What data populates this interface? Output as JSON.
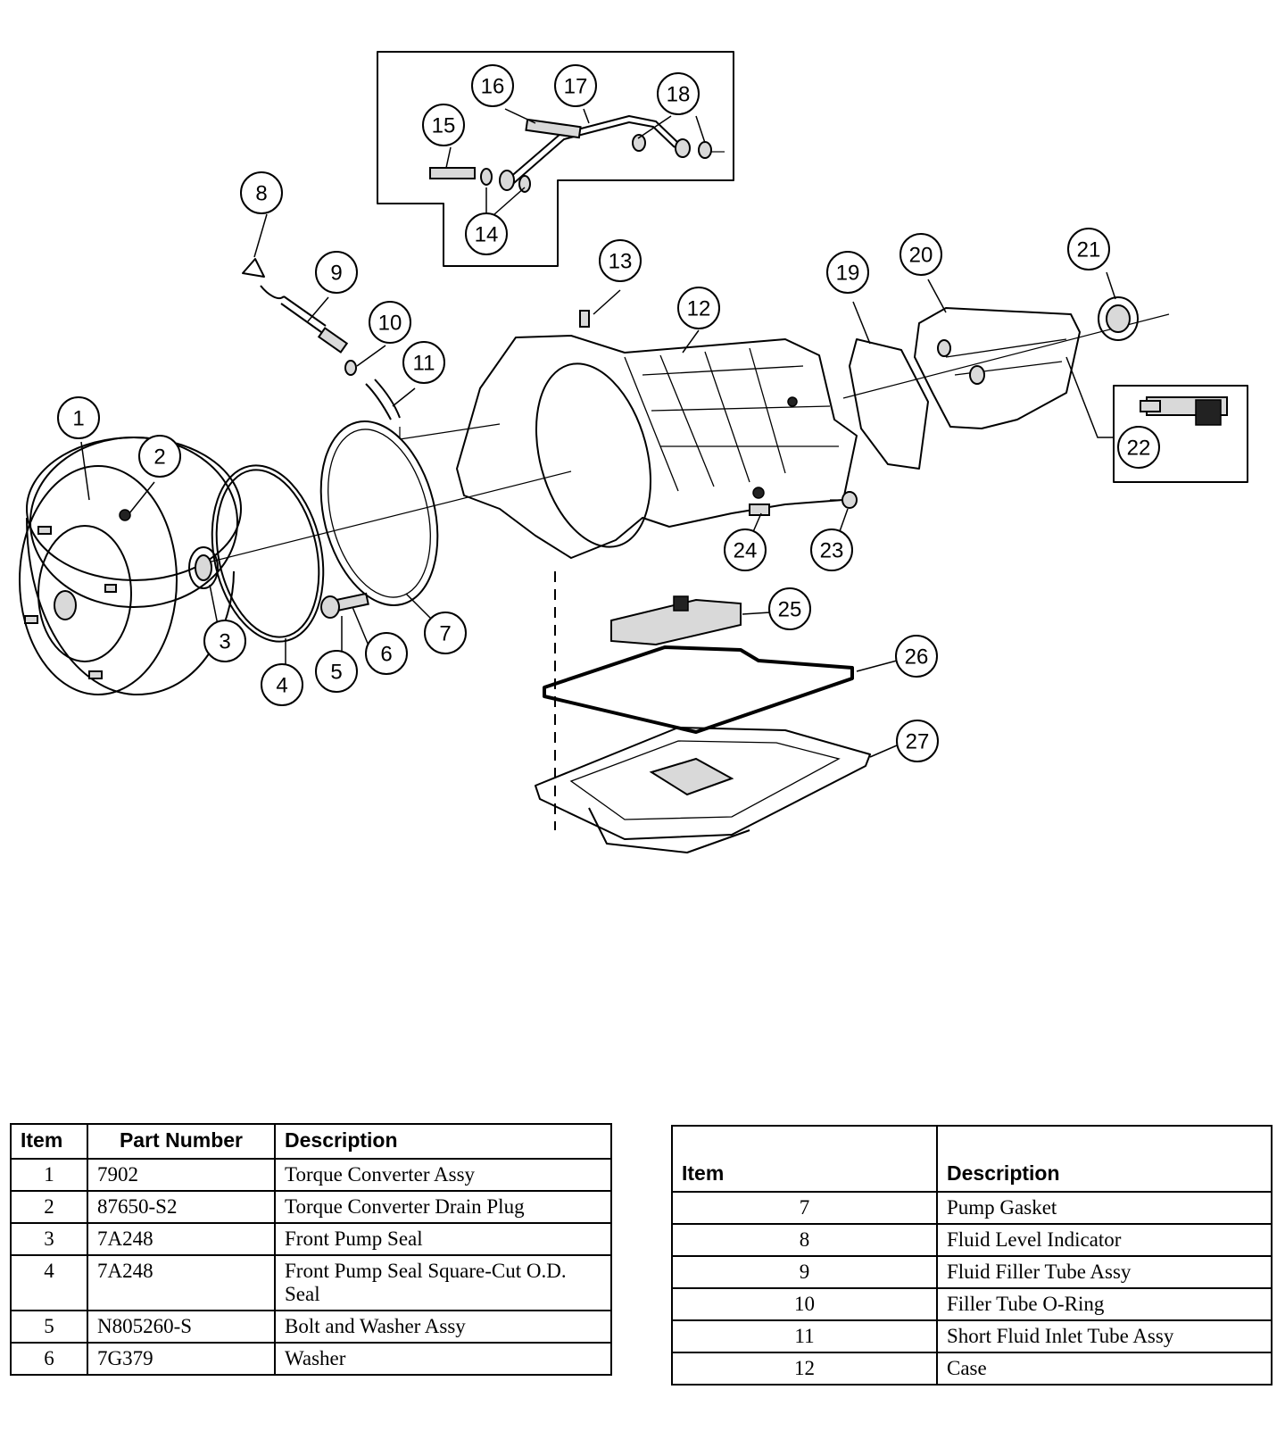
{
  "callouts": [
    {
      "n": "1"
    },
    {
      "n": "2"
    },
    {
      "n": "3"
    },
    {
      "n": "4"
    },
    {
      "n": "5"
    },
    {
      "n": "6"
    },
    {
      "n": "7"
    },
    {
      "n": "8"
    },
    {
      "n": "9"
    },
    {
      "n": "10"
    },
    {
      "n": "11"
    },
    {
      "n": "12"
    },
    {
      "n": "13"
    },
    {
      "n": "14"
    },
    {
      "n": "15"
    },
    {
      "n": "16"
    },
    {
      "n": "17"
    },
    {
      "n": "18"
    },
    {
      "n": "19"
    },
    {
      "n": "20"
    },
    {
      "n": "21"
    },
    {
      "n": "22"
    },
    {
      "n": "23"
    },
    {
      "n": "24"
    },
    {
      "n": "25"
    },
    {
      "n": "26"
    },
    {
      "n": "27"
    }
  ],
  "table_left": {
    "headers": {
      "item": "Item",
      "part_number": "Part Number",
      "description": "Description"
    },
    "rows": [
      {
        "item": "1",
        "part_number": "7902",
        "description": "Torque Converter Assy"
      },
      {
        "item": "2",
        "part_number": "87650-S2",
        "description": "Torque Converter Drain Plug"
      },
      {
        "item": "3",
        "part_number": "7A248",
        "description": "Front Pump Seal"
      },
      {
        "item": "4",
        "part_number": "7A248",
        "description": "Front Pump Seal Square-Cut O.D. Seal"
      },
      {
        "item": "5",
        "part_number": "N805260-S",
        "description": "Bolt and Washer Assy"
      },
      {
        "item": "6",
        "part_number": "7G379",
        "description": "Washer"
      }
    ]
  },
  "table_right": {
    "headers": {
      "item": "Item",
      "description": "Description"
    },
    "rows": [
      {
        "item": "7",
        "description": "Pump Gasket"
      },
      {
        "item": "8",
        "description": "Fluid Level Indicator"
      },
      {
        "item": "9",
        "description": "Fluid Filler Tube Assy"
      },
      {
        "item": "10",
        "description": "Filler Tube O-Ring"
      },
      {
        "item": "11",
        "description": "Short Fluid Inlet Tube Assy"
      },
      {
        "item": "12",
        "description": "Case"
      }
    ]
  }
}
